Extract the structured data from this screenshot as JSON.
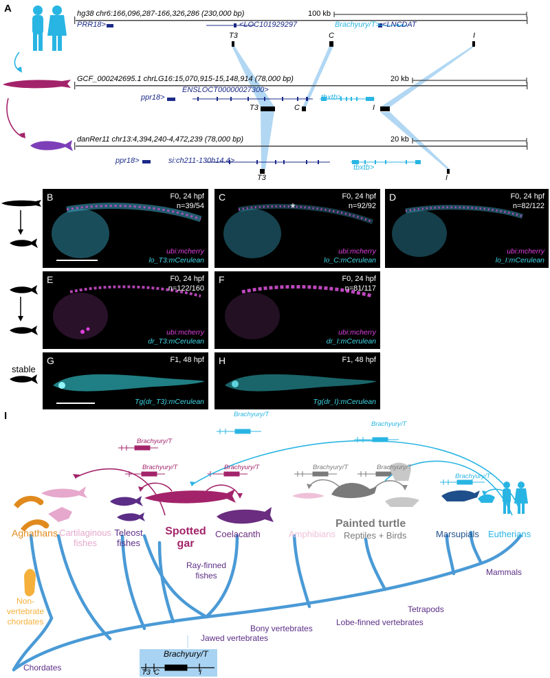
{
  "panel_letters": {
    "a": "A",
    "b": "B",
    "c": "C",
    "d": "D",
    "e": "E",
    "f": "F",
    "g": "G",
    "h": "H",
    "i": "I"
  },
  "tracks": {
    "human": {
      "coords": "hg38 chr6:166,096,287-166,326,286 (230,000 bp)",
      "scale": "100 kb",
      "genes": [
        "PRR18>",
        "<LOC101929297",
        "Brachyury/T>",
        "<LNCDAT"
      ],
      "elements": [
        "T3",
        "C",
        "I"
      ]
    },
    "gar": {
      "coords": "GCF_000242695.1 chrLG16:15,070,915-15,148,914 (78,000 bp)",
      "scale": "20 kb",
      "genes": [
        "ppr18>",
        "ENSLOCT00000027300>",
        "tbxtb>"
      ],
      "elements": [
        "T3",
        "C",
        "I"
      ]
    },
    "zebrafish": {
      "coords": "danRer11 chr13:4,394,240-4,472,239 (78,000 bp)",
      "scale": "20 kb",
      "genes": [
        "ppr18>",
        "si:ch211-130h14.4>",
        "tbxtb>"
      ],
      "elements": [
        "T3",
        "I"
      ]
    }
  },
  "images": {
    "b": {
      "stage": "F0, 24 hpf",
      "n": "n=39/54",
      "l1": "ubi:mcherry",
      "l2": "lo_T3:mCerulean"
    },
    "c": {
      "stage": "F0, 24 hpf",
      "n": "n=92/92",
      "l1": "ubi:mcherry",
      "l2": "lo_C:mCerulean"
    },
    "d": {
      "stage": "F0, 24 hpf",
      "n": "n=82/122",
      "l1": "ubi:mcherry",
      "l2": "lo_I:mCerulean"
    },
    "e": {
      "stage": "F0, 24 hpf",
      "n": "n=122/160",
      "l1": "ubi:mcherry",
      "l2": "dr_T3:mCerulean"
    },
    "f": {
      "stage": "F0, 24 hpf",
      "n": "n=81/117",
      "l1": "ubi:mcherry",
      "l2": "dr_I:mCerulean"
    },
    "g": {
      "stage": "F1, 48 hpf",
      "l2": "Tg(dr_T3):mCerulean"
    },
    "h": {
      "stage": "F1, 48 hpf",
      "l2": "Tg(dr_I):mCerulean"
    }
  },
  "stable_label": "stable",
  "tree": {
    "taxa": {
      "agnathans": "Agnathans",
      "cartilaginous": "Cartilaginous fishes",
      "teleost": "Teleost fishes",
      "spotted_gar": "Spotted gar",
      "coelacanth": "Coelacanth",
      "amphibians": "Amphibians",
      "painted_turtle": "Painted turtle",
      "reptiles": "Reptiles + Birds",
      "marsupials": "Marsupials",
      "eutherians": "Eutherians",
      "non_vertebrate": "Non-vertebrate chordates"
    },
    "clades": {
      "ray_finned": "Ray-finned fishes",
      "mammals": "Mammals",
      "tetrapods": "Tetrapods",
      "lobe_finned": "Lobe-finned vertebrates",
      "bony": "Bony vertebrates",
      "jawed": "Jawed vertebrates",
      "chordates": "Chordates"
    },
    "locus": {
      "gene": "Brachyury/T",
      "t3": "T3",
      "c": "C",
      "i": "I"
    }
  },
  "colors": {
    "cyan": "#29b5e3",
    "magenta": "#a3236a",
    "purple": "#5b2d86",
    "gray": "#8c8c8c",
    "tree": "#4a9ad6",
    "orange": "#e08a1e",
    "pink": "#e6a8cc",
    "navy": "#1b2a88",
    "lightblue": "#a9d3f2"
  }
}
